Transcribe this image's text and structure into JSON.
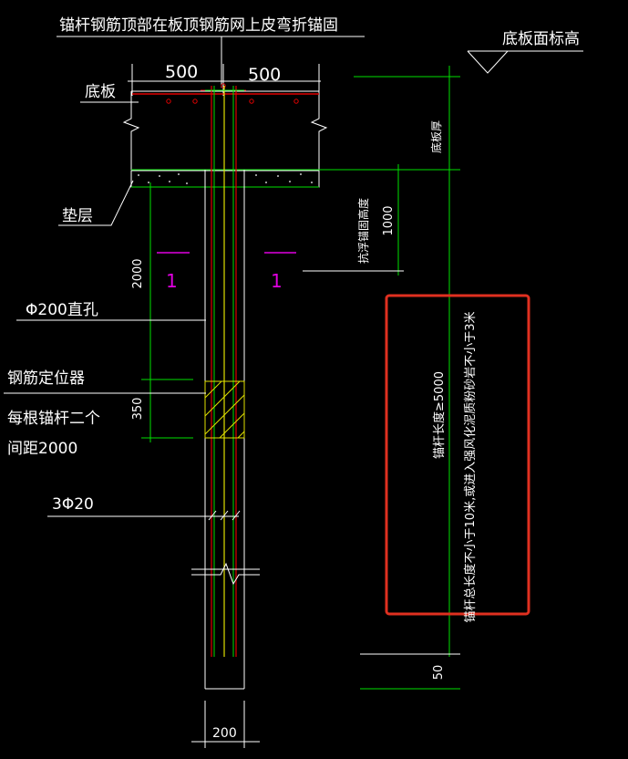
{
  "title_note": "锚杆钢筋顶部在板顶钢筋网上皮弯折锚固",
  "floor_elevation_label": "底板面标高",
  "dim_500_left": "500",
  "dim_500_right": "500",
  "slab_label": "底板",
  "slab_thickness_label": "底板厚",
  "cushion_label": "垫层",
  "anti_float_height_label": "抗浮锚固高度",
  "dim_1000": "1000",
  "dim_2000": "2000",
  "section_mark_left": "1",
  "section_mark_right": "1",
  "hole_label": "Φ200直孔",
  "locator_label": "钢筋定位器",
  "locator_note_1": "每根锚杆二个",
  "locator_note_2": "间距2000",
  "dim_350": "350",
  "rebar_label": "3Φ20",
  "anchor_length_note": "锚杆长度≥5000",
  "anchor_rock_note": "锚杆总长度不小于10米,或进入强风化泥质粉砂岩不小于3米",
  "dim_50": "50",
  "dim_200": "200",
  "colors": {
    "background": "#000000",
    "outline": "#ffffff",
    "green": "#00e000",
    "red": "#e00000",
    "yellow": "#e0e000",
    "magenta": "#e000e0",
    "highlight": "#e03020"
  }
}
